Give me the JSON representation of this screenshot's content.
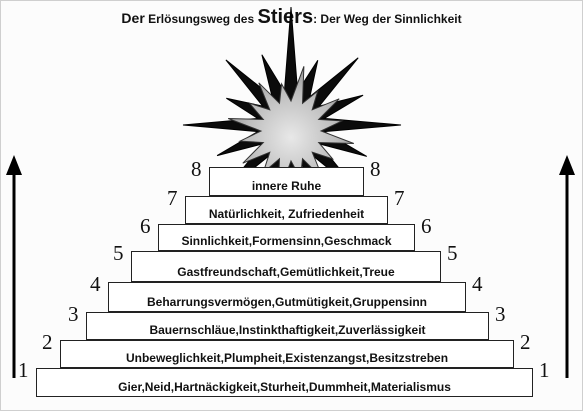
{
  "title": {
    "part1": "Der",
    "part2": "Erlösungsweg des",
    "part3": "Stiers",
    "part4": ": Der Weg der Sinnlichkeit"
  },
  "steps": [
    {
      "number": "1",
      "text": "Gier,Neid,Hartnäckigkeit,Sturheit,Dummheit,Materialismus"
    },
    {
      "number": "2",
      "text": "Unbeweglichkeit,Plumpheit,Existenzangst,Besitzstreben"
    },
    {
      "number": "3",
      "text": "Bauernschläue,Instinkthaftigkeit,Zuverlässigkeit"
    },
    {
      "number": "4",
      "text": "Beharrungsvermögen,Gutmütigkeit,Gruppensinn"
    },
    {
      "number": "5",
      "text": "Gastfreundschaft,Gemütlichkeit,Treue"
    },
    {
      "number": "6",
      "text": "Sinnlichkeit,Formensinn,Geschmack"
    },
    {
      "number": "7",
      "text": "Natürlichkeit, Zufriedenheit"
    },
    {
      "number": "8",
      "text": "innere Ruhe"
    }
  ],
  "icons": {
    "top": "star-burst-icon",
    "arrows": "arrow-up-icon"
  }
}
